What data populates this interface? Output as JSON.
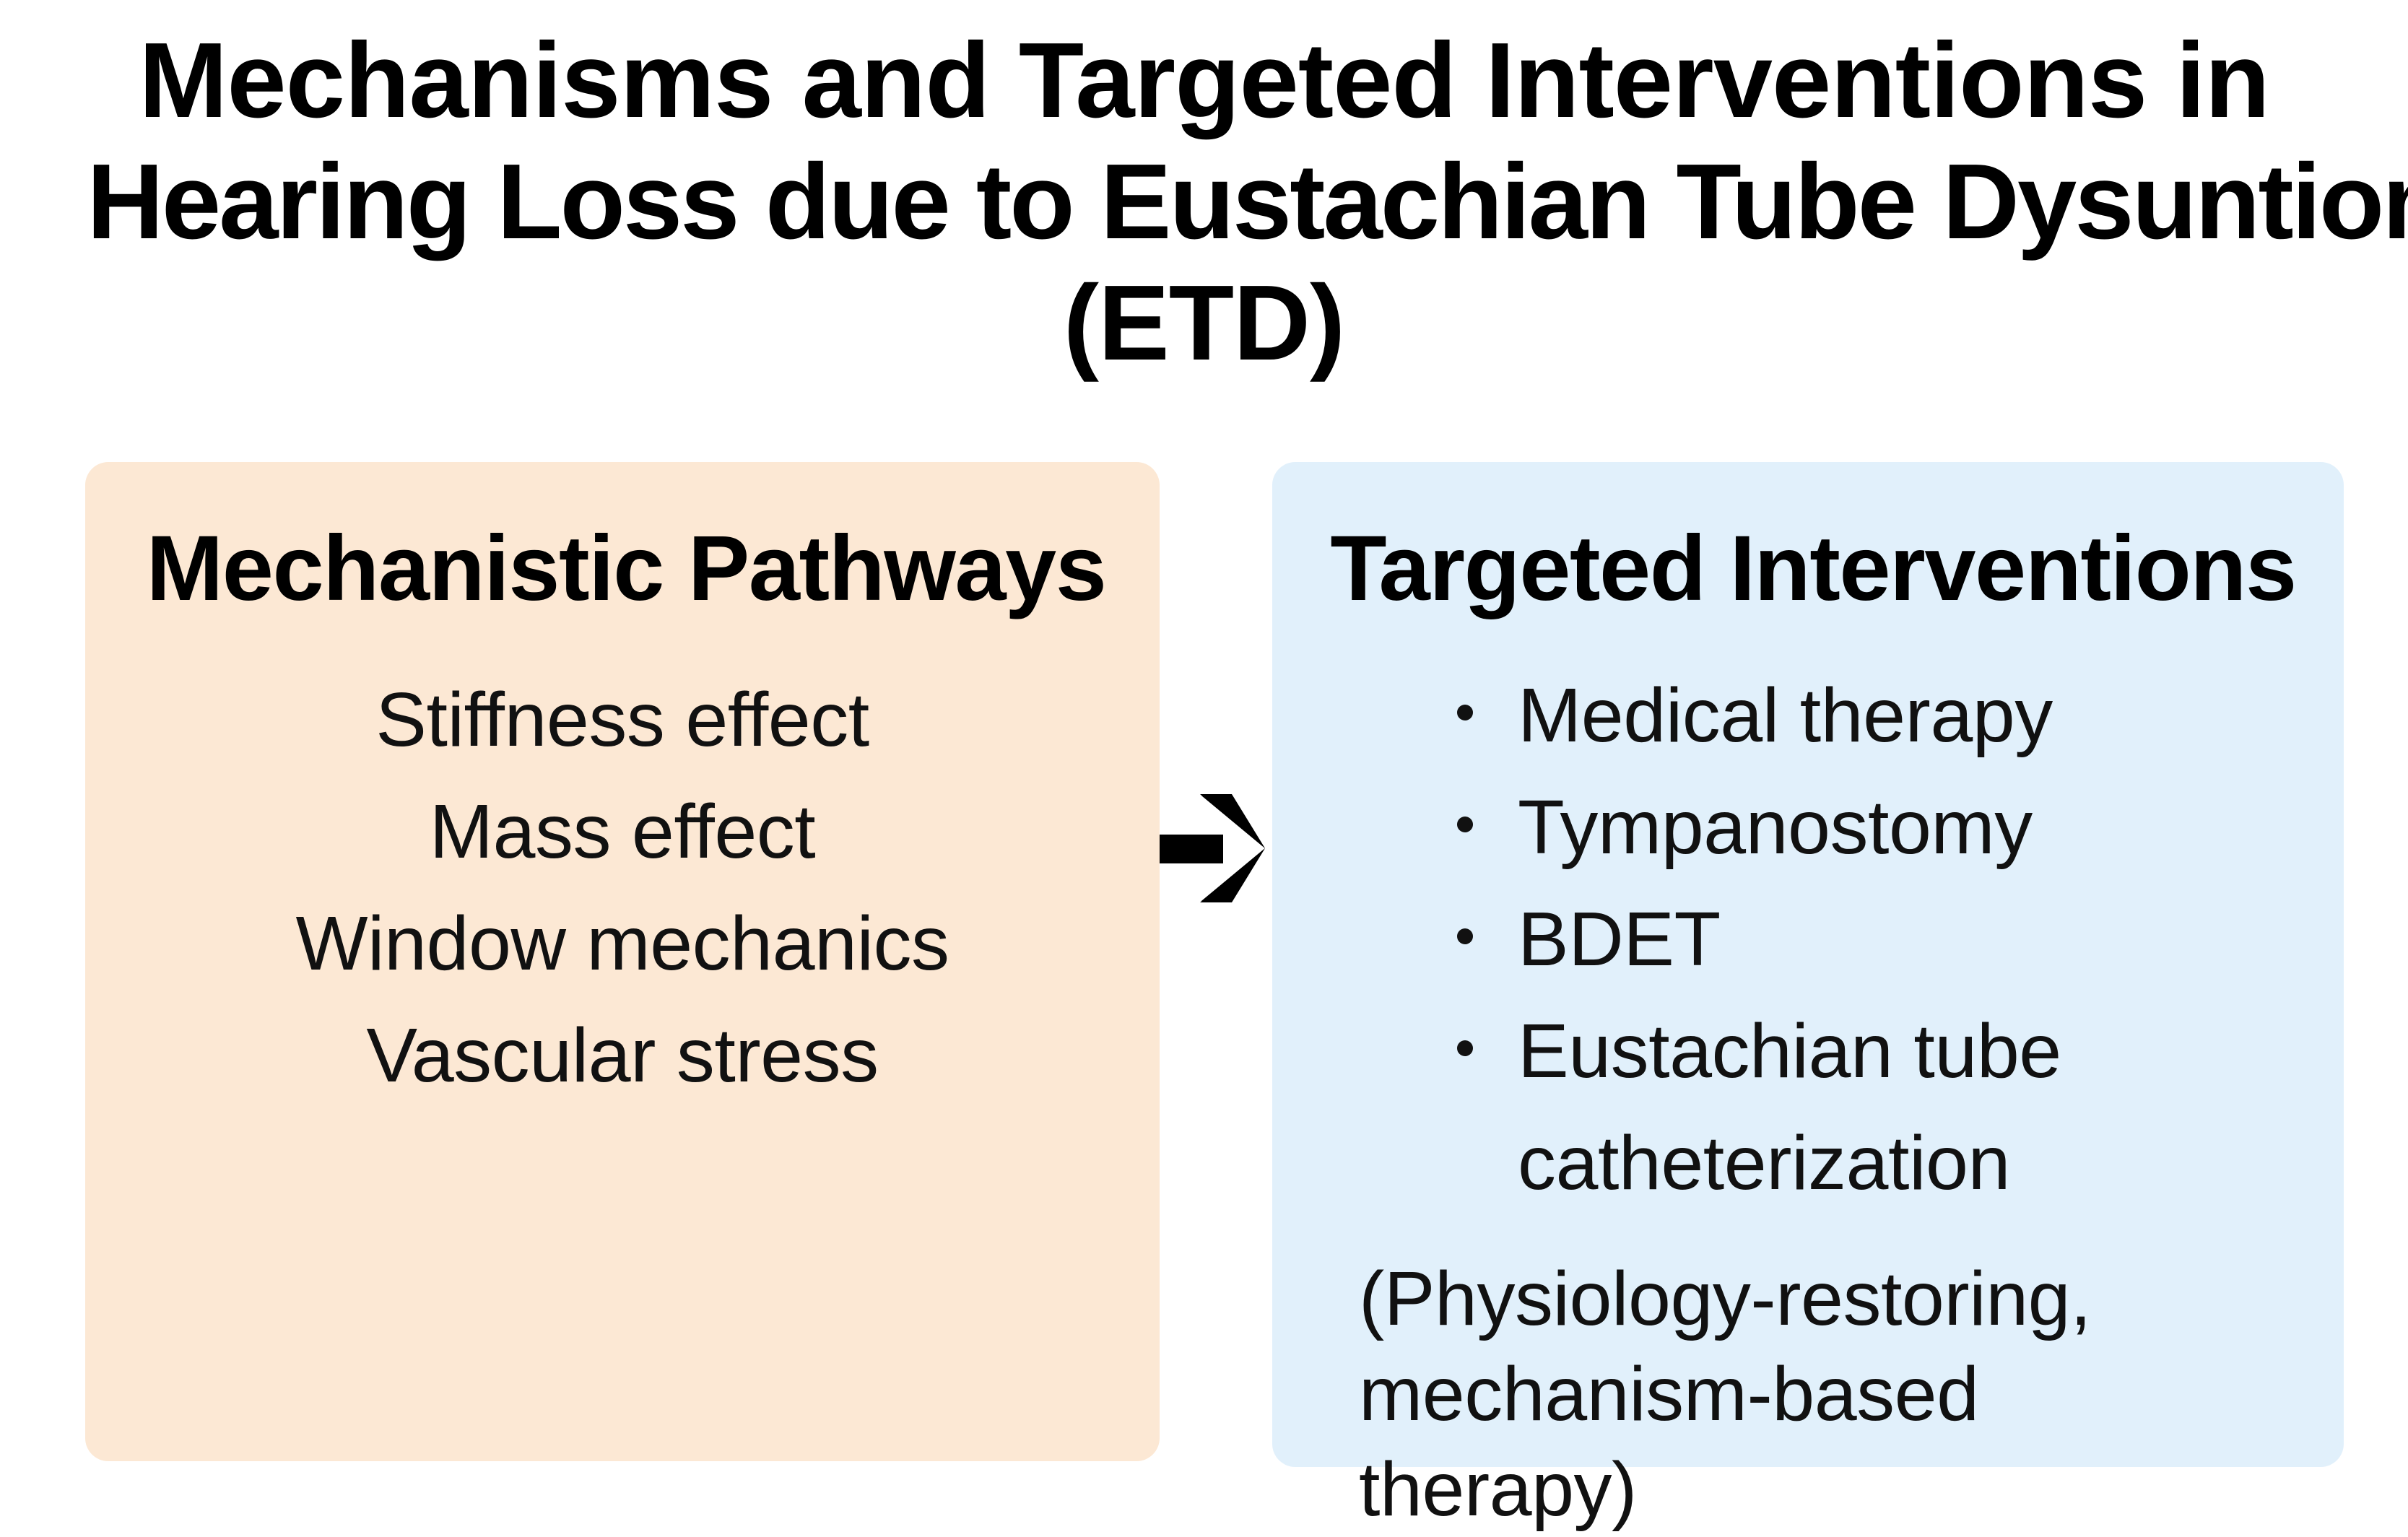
{
  "title": {
    "line1": "Mechanisms and Targeted Interventions in",
    "line2": "Hearing Loss due to Eustachian Tube Dysuntion",
    "line3": "(ETD)"
  },
  "colors": {
    "background": "#ffffff",
    "left_panel": "#fce8d4",
    "right_panel": "#e1f0fb",
    "text": "#111111",
    "arrow": "#000000"
  },
  "left_panel": {
    "heading": "Mechanistic Pathways",
    "items": [
      "Stiffness effect",
      "Mass effect",
      "Window mechanics",
      "Vascular stress"
    ]
  },
  "connector": {
    "icon": "arrow-right-icon",
    "direction": "right"
  },
  "right_panel": {
    "heading": "Targeted Interventions",
    "items": [
      "Medical therapy",
      "Tympanostomy",
      "BDET",
      "Eustachian tube catheterization"
    ],
    "note": "(Physiology-restoring, mechanism-based therapy)"
  }
}
